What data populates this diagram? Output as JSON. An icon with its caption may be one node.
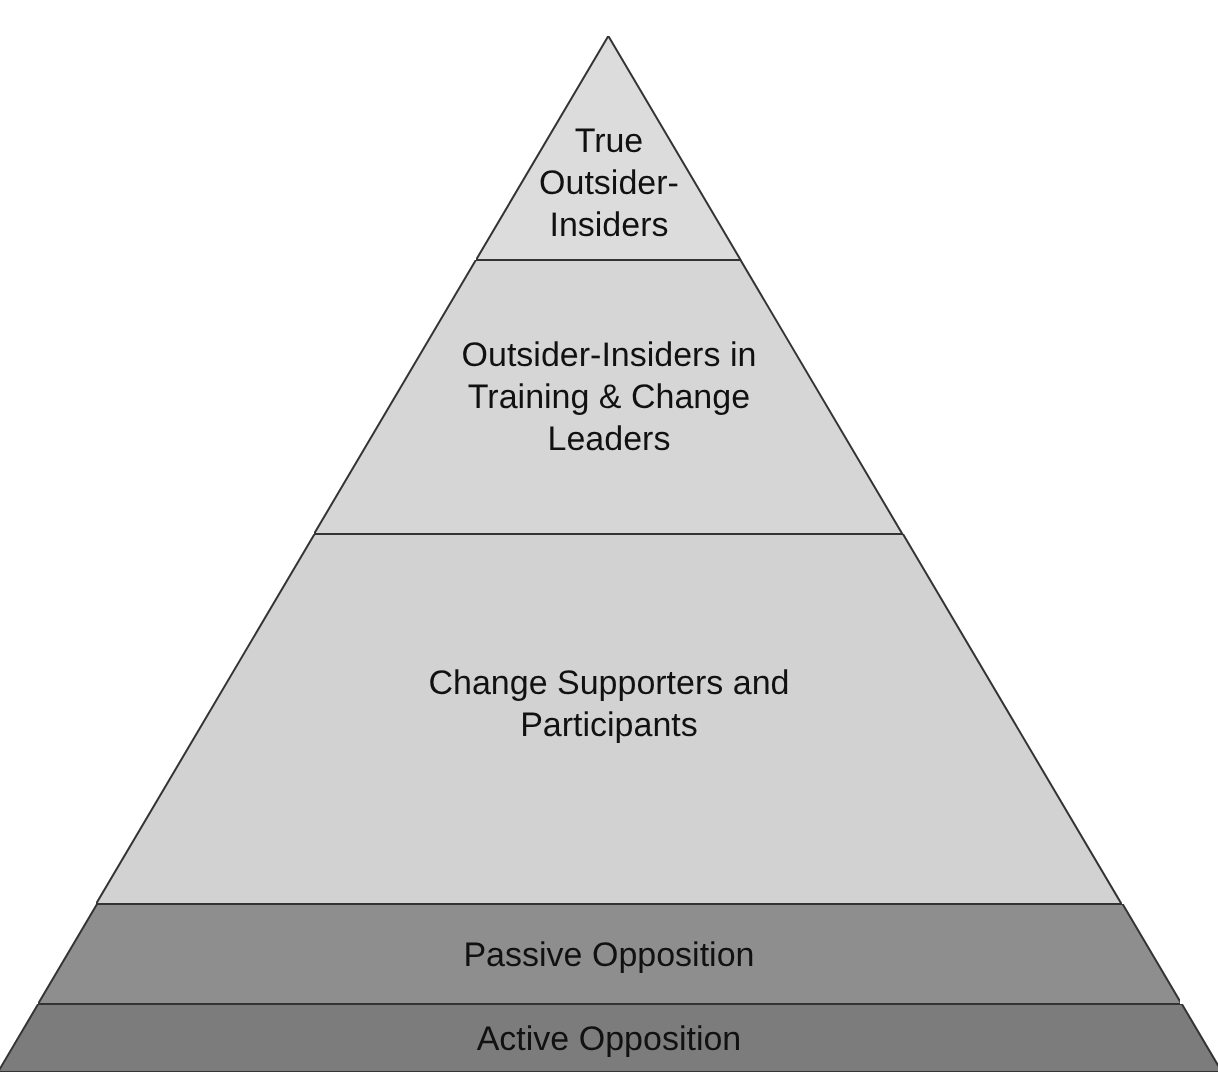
{
  "diagram": {
    "nodes": [
      {
        "text": [
          "True Outsider-Insiders"
        ]
      },
      {
        "text": [
          "Outsider-Insiders in Training & Change Leaders"
        ]
      },
      {
        "text": [
          "Change Supporters and Participants"
        ]
      },
      {
        "text": [
          "Passive Opposition"
        ]
      },
      {
        "text": [
          "Active Opposition"
        ]
      }
    ]
  }
}
